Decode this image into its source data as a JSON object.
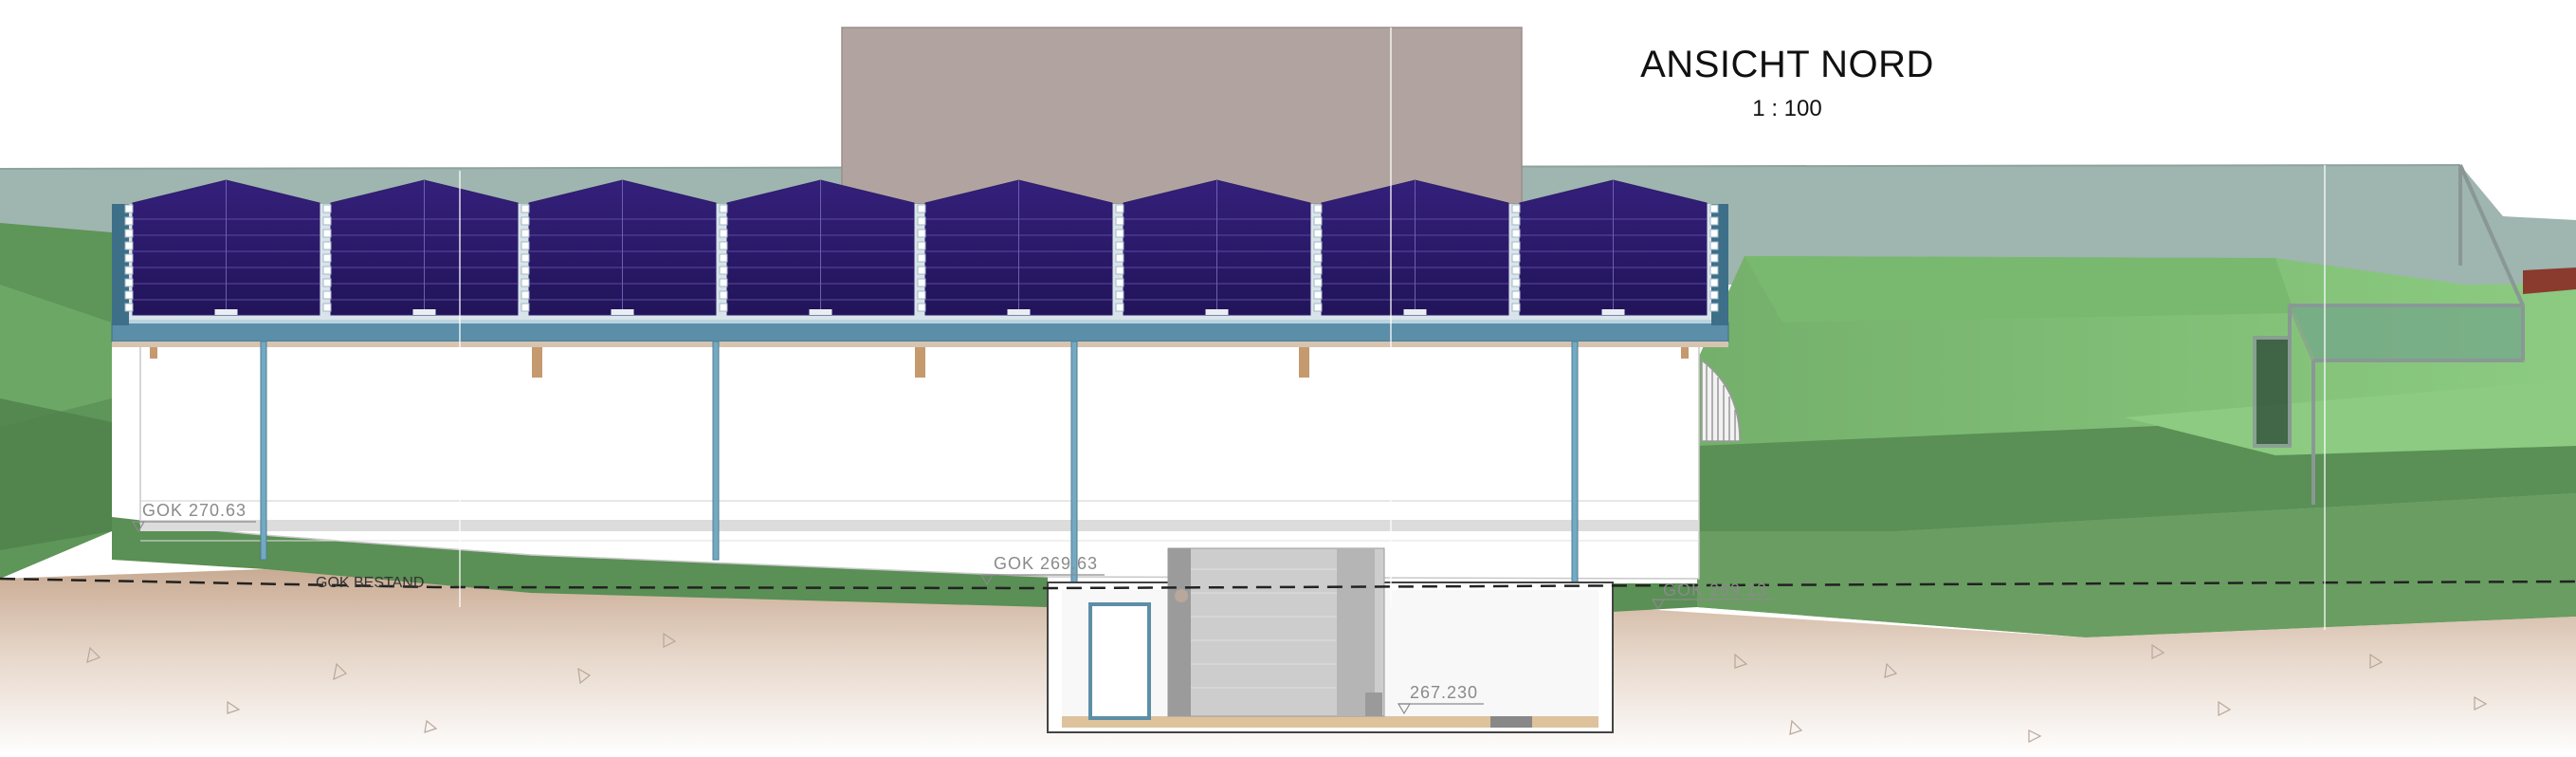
{
  "view_title": "ANSICHT NORD",
  "scale": "1 : 100",
  "level_marks": [
    {
      "label": "GOK  270.63"
    },
    {
      "label": "GOK  269.63"
    },
    {
      "label": "GOK  269.13"
    },
    {
      "label": "267.230"
    }
  ],
  "existing_ground_label": "GOK BESTAND",
  "solar_module_count": 8,
  "colors": {
    "sky_band": "#9fb5b0",
    "tower": "#b1a4a0",
    "solar_panel": "#2f1d6b",
    "terrain_green": "#6fa968",
    "terrain_dark": "#4f7f4c",
    "soil": "#dcc6b4",
    "facade": "#ffffff",
    "downpipe": "#6fa7c0"
  }
}
